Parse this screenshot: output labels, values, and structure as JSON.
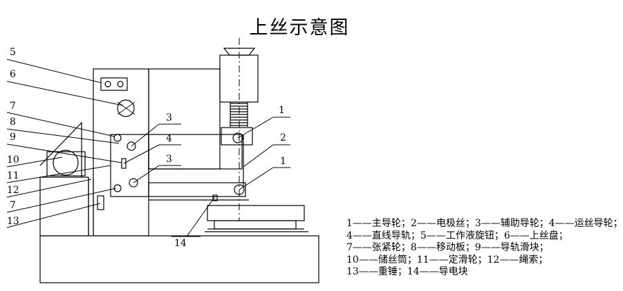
{
  "title": "上丝示意图",
  "callouts": [
    "5",
    "6",
    "7",
    "8",
    "9",
    "10",
    "11",
    "12",
    "7",
    "13",
    "3",
    "4",
    "3",
    "1",
    "2",
    "1",
    "14"
  ],
  "legend": [
    "1——主导轮；2——电极丝；3——辅助导轮；4——运丝导轮；",
    "4——直线导轨；5——工作液旋钮；6——上丝盘；",
    "7——张紧轮；8——移动板；9——导轨滑块；",
    "10——储丝筒；11——定滑轮；12——绳索；",
    "13——重锤；14——导电块"
  ]
}
